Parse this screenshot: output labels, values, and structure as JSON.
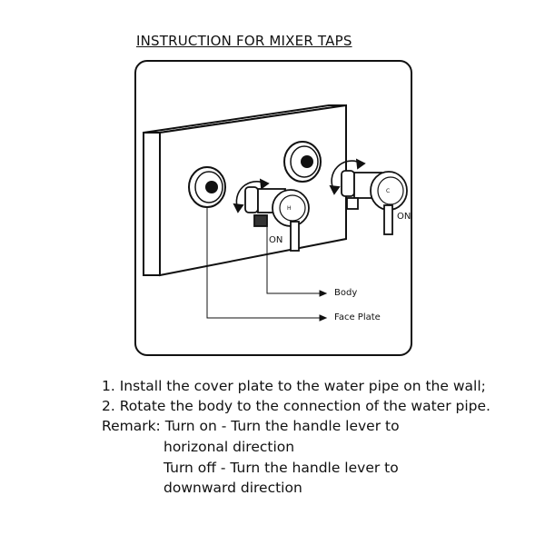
{
  "title": "INSTRUCTION FOR MIXER TAPS",
  "diagram": {
    "labels": {
      "on_left": "ON",
      "on_right": "ON",
      "hot": "H",
      "cold": "C",
      "body": "Body",
      "face_plate": "Face Plate"
    }
  },
  "instructions": {
    "step1": "1. Install the cover plate to the water pipe on the wall;",
    "step2": "2. Rotate the body to the connection of the water pipe.",
    "remark_line1": "Remark: Turn on - Turn the handle lever to",
    "remark_line2": "horizonal direction",
    "remark_line3": "Turn off - Turn the handle lever to",
    "remark_line4": "downward direction"
  }
}
